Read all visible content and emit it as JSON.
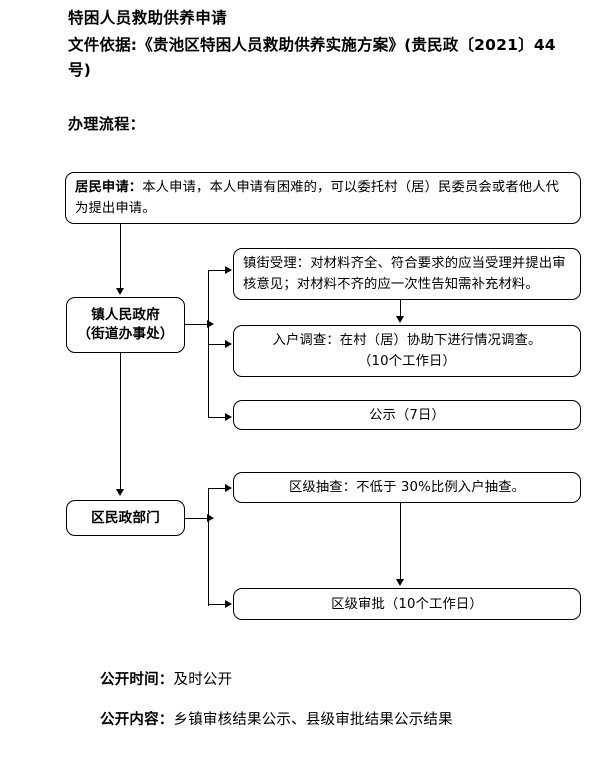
{
  "header": {
    "title": "特困人员救助供养申请",
    "basis": "文件依据:《贵池区特困人员救助供养实施方案》(贵民政〔2021〕44 号)",
    "flow_label": "办理流程："
  },
  "flow": {
    "apply": {
      "label": "居民申请：",
      "text": "本人申请，本人申请有困难的，可以委托村（居）民委员会或者他人代为提出申请。"
    },
    "node_town": "镇人民政府\n（街道办事处）",
    "node_town_line1": "镇人民政府",
    "node_town_line2": "（街道办事处）",
    "node_district": "区民政部门",
    "town_steps": [
      {
        "name": "镇街受理",
        "text": "镇街受理：对材料齐全、符合要求的应当受理并提出审核意见；对材料不齐的应一次性告知需补充材料。"
      },
      {
        "name": "入户调查",
        "line1": "入户调查：在村（居）协助下进行情况调查。",
        "line2": "（10个工作日）"
      },
      {
        "name": "公示",
        "text": "公示（7日）"
      }
    ],
    "district_steps": [
      {
        "name": "区级抽查",
        "text": "区级抽查：不低于 30%比例入户抽查。"
      },
      {
        "name": "区级审批",
        "text": "区级审批（10个工作日）"
      }
    ]
  },
  "footer": {
    "time_label": "公开时间：",
    "time_value": "及时公开",
    "content_label": "公开内容：",
    "content_value": "乡镇审核结果公示、县级审批结果公示结果"
  }
}
